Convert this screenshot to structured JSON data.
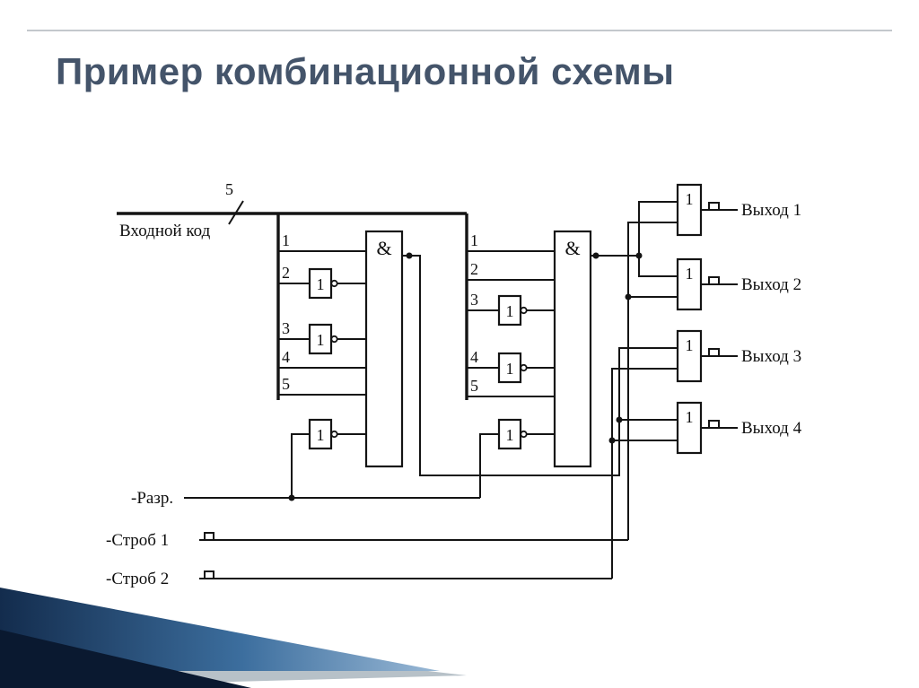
{
  "slide": {
    "title": "Пример комбинационной схемы",
    "title_color": "#44546a"
  },
  "circuit": {
    "input_label": "Входной код",
    "bus_width_label": "5",
    "enable_label": "-Разр.",
    "strobe1_label": "-Строб 1",
    "strobe2_label": "-Строб 2",
    "and_gate_label": "&",
    "inverter_label": "1",
    "buffer_label": "1",
    "left_pins": [
      "1",
      "2",
      "3",
      "4",
      "5"
    ],
    "right_pins": [
      "1",
      "2",
      "3",
      "4",
      "5"
    ],
    "outputs": [
      {
        "label": "Выход 1"
      },
      {
        "label": "Выход 2"
      },
      {
        "label": "Выход 3"
      },
      {
        "label": "Выход 4"
      }
    ],
    "wire_color": "#141414"
  },
  "decoration": {
    "silver": "#b7c1c8",
    "navy": "#0a1930",
    "blue_dark": "#132c4d",
    "blue_mid": "#3c6e9e",
    "blue_light": "#9ab9d6"
  }
}
